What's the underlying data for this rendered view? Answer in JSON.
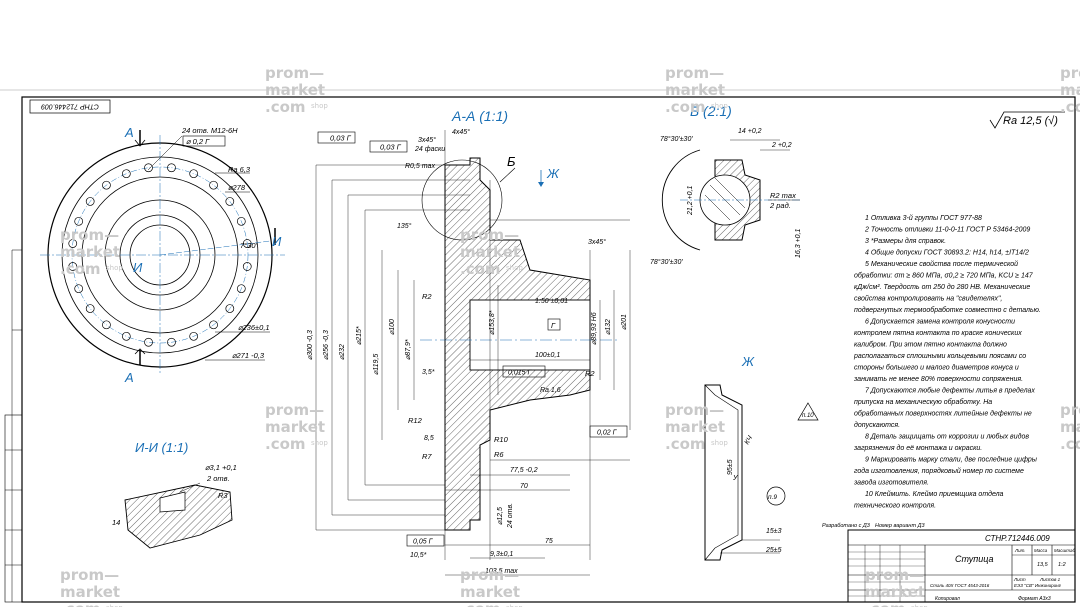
{
  "watermark": {
    "line1": "prom—",
    "line2": "market",
    "line3": ".com",
    "suffix": "shop"
  },
  "corner_stamp": "СТНР 712446.009",
  "roughness_general": "Ra 12,5 (√)",
  "views": {
    "section_aa": "А-А (1:1)",
    "detail_b": "Б (2:1)",
    "section_ii": "И-И (1:1)",
    "cut_a": "А",
    "cut_i": "И",
    "mark_b": "Б",
    "mark_zh": "Ж"
  },
  "left_view": {
    "holes": "24 отв. М12-6Н",
    "hole_tol": "⌀ 0,2 Г",
    "ra": "Ra 6,3",
    "d278": "⌀278",
    "d236": "⌀236±0,1",
    "d271": "⌀271 -0,3",
    "angle": "7°30'"
  },
  "section": {
    "chamfer1": "3х45°",
    "chamfer2": "24 фаски",
    "chamfer3": "4х45°",
    "runout1": "0,03 Г",
    "runout2": "0,03 Г",
    "r05": "R0,5 max",
    "a135": "135°",
    "chamfer4": "3х45°",
    "r2a": "R2",
    "cone": "1:50 ±0,01",
    "d300": "⌀300 -0,3",
    "d256": "⌀256 -0,3",
    "d232": "⌀232",
    "d215": "⌀215*",
    "d1195": "⌀119,5",
    "d100": "⌀100",
    "d879": "⌀87,9*",
    "d1538": "⌀153,8*",
    "d8993": "⌀89,93 H6",
    "d132": "⌀132",
    "d201": "⌀201",
    "l100": "100±0,1",
    "l35": "3,5*",
    "flat": "0,015 Г",
    "ra16": "Ra 1,6",
    "r2b": "R2",
    "r12": "R12",
    "l85": "8,5",
    "r10": "R10",
    "r7": "R7",
    "r6": "R6",
    "l775": "77,5 -0,2",
    "l70": "70",
    "d125": "⌀12,5",
    "holes24": "24 отв.",
    "runout3": "0,02 Г",
    "runout4": "0,05 Г",
    "l105": "10,5*",
    "l75": "75",
    "l93": "9,3±0,1",
    "l1035": "103,5 max",
    "datum": "Г"
  },
  "detail_b": {
    "a1": "78°30'±30'",
    "a2": "78°30'±30'",
    "d14": "14 +0,2",
    "d2": "2 +0,2",
    "r2max": "R2 max",
    "rad2": "2 рад.",
    "d21": "21,2 +0,1",
    "d163": "16,3 +0,1"
  },
  "section_ii": {
    "d31": "⌀3,1 +0,1",
    "holes2": "2 отв.",
    "r3": "R3",
    "d14": "14"
  },
  "view_zh": {
    "p10": "п.10",
    "p9": "п.9",
    "ku": "КЧ",
    "u": "У",
    "d95": "95±5",
    "d15": "15±3",
    "d25": "25±5"
  },
  "notes": [
    "1 Отливка 3-й группы ГОСТ 977-88",
    "2 Точность отливки 11-0-0-11 ГОСТ Р 53464-2009",
    "3 *Размеры для справок.",
    "4 Общие допуски ГОСТ 30893.2: Н14, h14, ±IT14/2",
    "5 Механические свойства после термической",
    "обработки: σт ≥ 860 МПа, σ0,2 ≥ 720 МПа, KCU ≥ 147",
    "кДж/см². Твердость от 250 до 280 НВ. Механические",
    "свойства контролировать на \"свидетелях\",",
    "подвергнутых термообработке совместно с деталью.",
    "6 Допускается замена контроля конусности",
    "контролем пятна контакта по краске конических",
    "калибром. При этом пятно контакта должно",
    "располагаться сплошными кольцевыми поясами со",
    "стороны большего и малого диаметров конуса и",
    "занимать не менее 80% поверхности сопряжения.",
    "7 Допускаются любые дефекты литья в пределах",
    "припуска на механическую обработку. На",
    "обработанных поверхностях литейные дефекты не",
    "допускаются.",
    "8 Деталь защищать от коррозии и любых видов",
    "загрязнения до её монтажа и окраски.",
    "9 Маркировать марку стали, две последние цифры",
    "года изготовления, порядковый номер по системе",
    "завода изготовителя.",
    "10 Клеймить. Клеймо приемщика отдела",
    "технического контроля."
  ],
  "title_block": {
    "replaced": "Разработано с Д3",
    "changed": "Номер вариант Д3",
    "code": "СТНР.712446.009",
    "name": "Ступица",
    "material": "Сталь 40Х ГОСТ 4543-2016",
    "mass": "13,5",
    "scale": "1:2",
    "sheet": "Лист",
    "sheets": "Листов 1",
    "copied": "Копировал",
    "format": "Формат А3х3",
    "org": "ЕЭЗ \"СВ\" Инжиниринг",
    "lit": "Лит.",
    "mass_lbl": "Масса",
    "scale_lbl": "Масштаб"
  }
}
